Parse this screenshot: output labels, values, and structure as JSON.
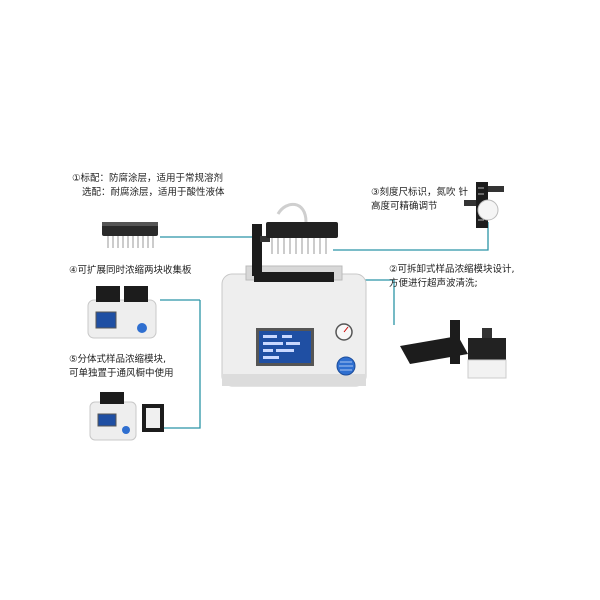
{
  "colors": {
    "leader_line": "#2b94a6",
    "device_body": "#eeeeee",
    "device_edge": "#bdbdbd",
    "screen": "#1f4fa3",
    "knob": "#2f6fd0",
    "module_dark": "#1c1c1c"
  },
  "captions": {
    "c1_line1": "①标配：防腐涂层，适用于常规溶剂",
    "c1_line2": "选配：耐腐涂层，适用于酸性液体",
    "c2_line1": "②可拆卸式样品浓缩模块设计,",
    "c2_line2": "方便进行超声波清洗;",
    "c3_line1": "③刻度尺标识，氮吹 针",
    "c3_line2": "高度可精确调节",
    "c4_line1": "④可扩展同时浓缩两块收集板",
    "c5_line1": "⑤分体式样品浓缩模块,",
    "c5_line2": "可单独置于通风橱中使用"
  },
  "icons": {
    "main": "nitrogen-evaporator-device",
    "m1": "needle-manifold-module",
    "m2": "detached-concentration-module",
    "m3": "ruler-scale-closeup",
    "m4": "dual-plate-evaporator",
    "m5": "split-type-evaporator"
  }
}
